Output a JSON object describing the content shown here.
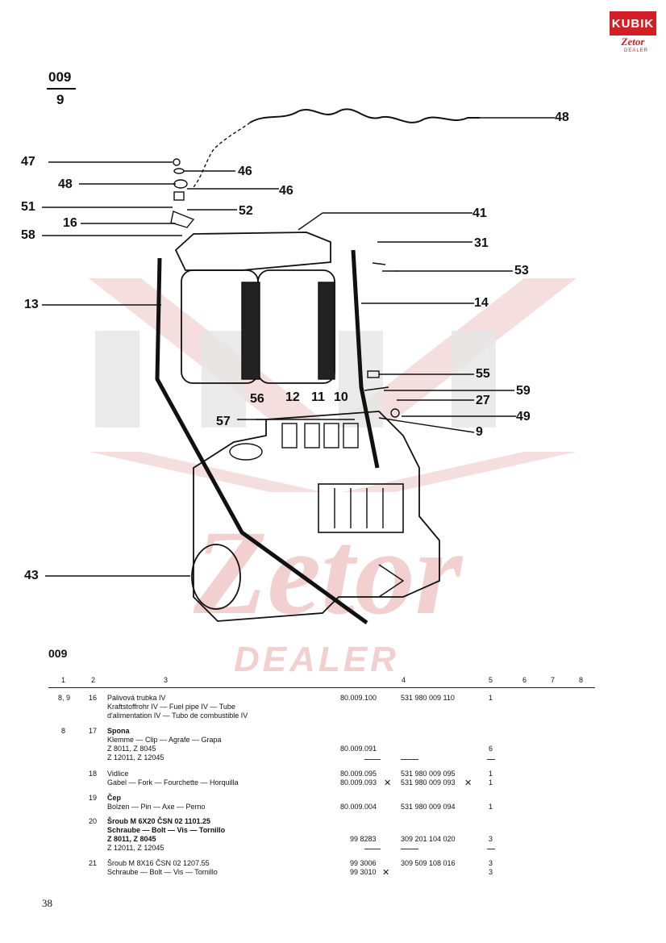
{
  "logo": {
    "top": "KUBIK",
    "bottom": "Zetor",
    "sub": "DEALER"
  },
  "figure": {
    "number": "009",
    "sub": "9"
  },
  "callouts": {
    "c48a": "48",
    "c47": "47",
    "c46a": "46",
    "c48b": "48",
    "c46b": "46",
    "c51": "51",
    "c52": "52",
    "c16": "16",
    "c41": "41",
    "c58": "58",
    "c31": "31",
    "c53": "53",
    "c13": "13",
    "c14": "14",
    "c55": "55",
    "c59": "59",
    "c56": "56",
    "c12": "12",
    "c11": "11",
    "c10": "10",
    "c27": "27",
    "c49": "49",
    "c57": "57",
    "c9": "9",
    "c43": "43"
  },
  "watermark": {
    "dealer": "DEALER"
  },
  "section": {
    "title": "009"
  },
  "table": {
    "headers": [
      "1",
      "2",
      "3",
      "4",
      "5",
      "6",
      "7",
      "8"
    ],
    "rows": [
      {
        "c1": "8, 9",
        "c2": "16",
        "lines": [
          "Palivová trubka IV",
          "Kraftstoffrohr IV — Fuel pipe IV — Tube",
          "d'alimentation IV — Tubo de combustible IV"
        ],
        "part": "80.009.100",
        "code": "531 980 009 110",
        "qty": "1"
      },
      {
        "c1": "8",
        "c2": "17",
        "lines": [
          "Spona",
          "Klemme — Clip — Agrafe — Grapa",
          "Z 8011, Z 8045",
          "Z 12011, Z 12045"
        ],
        "part": "80.009.091",
        "code": "",
        "qty": "6"
      },
      {
        "c1": "",
        "c2": "18",
        "lines": [
          "Vidlice",
          "Gabel — Fork — Fourchette — Horquilla"
        ],
        "part": "80.009.095",
        "part2": "80.009.093",
        "code": "531 980 009 095",
        "code2": "531 980 009 093",
        "qty": "1",
        "qty2": "1"
      },
      {
        "c1": "",
        "c2": "19",
        "lines": [
          "Čep",
          "Bolzen — Pin — Axe — Perno"
        ],
        "part": "80.009.004",
        "code": "531 980 009 094",
        "qty": "1"
      },
      {
        "c1": "",
        "c2": "20",
        "lines": [
          "Šroub M 6X20 ČSN 02 1101.25",
          "Schraube — Bolt — Vis — Tornillo",
          "Z 8011, Z 8045",
          "Z 12011, Z 12045"
        ],
        "part": "99 8283",
        "code": "309 201 104 020",
        "qty": "3"
      },
      {
        "c1": "",
        "c2": "21",
        "lines": [
          "Šroub M 8X16 ČSN 02 1207.55",
          "Schraube — Bolt — Vis — Tornillo"
        ],
        "part": "99 3006",
        "part2": "99 3010",
        "code": "309 509 108 016",
        "qty": "3",
        "qty2": "3"
      }
    ]
  },
  "page_number": "38"
}
